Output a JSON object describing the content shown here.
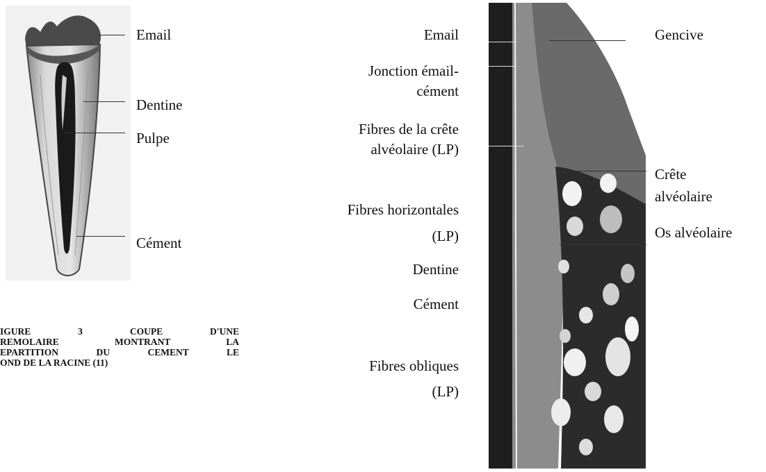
{
  "left_figure": {
    "labels": {
      "email": "Email",
      "dentine": "Dentine",
      "pulpe": "Pulpe",
      "cement": "Cément"
    },
    "caption_lines": [
      "IGURE 3 COUPE D'UNE",
      "REMOLAIRE MONTRANT LA",
      "EPARTITION DU CEMENT LE",
      "OND DE LA RACINE (11)"
    ]
  },
  "right_figure": {
    "left_labels": {
      "email": "Email",
      "jonction_1": "Jonction émail-",
      "jonction_2": "cément",
      "fibres_crete_1": "Fibres de la crête",
      "fibres_crete_2": "alvéolaire (LP)",
      "fibres_horiz_1": "Fibres horizontales",
      "fibres_horiz_2": "(LP)",
      "dentine": "Dentine",
      "cement": "Cément",
      "fibres_obl_1": "Fibres obliques",
      "fibres_obl_2": "(LP)"
    },
    "right_labels": {
      "gencive": "Gencive",
      "crete_1": "Crête",
      "crete_2": "alvéolaire",
      "os": "Os alvéolaire"
    }
  }
}
